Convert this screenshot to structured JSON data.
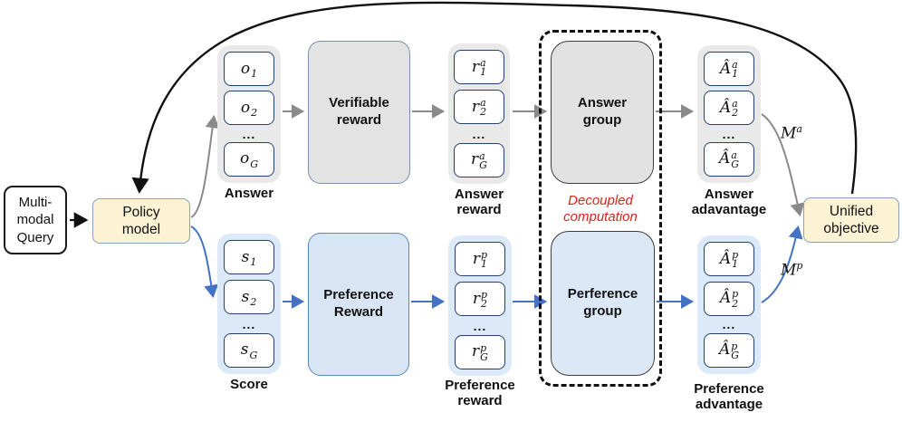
{
  "colors": {
    "yellow_fill": "#fcf3d4",
    "yellow_border": "#8aa0bc",
    "gray_fill": "#e3e3e4",
    "gray_stack_fill": "#e9e9e9",
    "blue_fill": "#d7e5f5",
    "blue_stack_fill": "#dce9f8",
    "item_border": "#24406e",
    "gray_arrow": "#8a8a8a",
    "blue_arrow": "#4472c4",
    "black_arrow": "#111111",
    "note_red": "#e0201d"
  },
  "ellipsis": "...",
  "query": {
    "l1": "Multi-",
    "l2": "modal",
    "l3": "Query"
  },
  "policy": {
    "l1": "Policy",
    "l2": "model"
  },
  "unified": {
    "l1": "Unified",
    "l2": "objective"
  },
  "note": {
    "l1": "Decoupled",
    "l2": "computation"
  },
  "top": {
    "stack_label": "Answer",
    "items": [
      {
        "base": "o",
        "sub": "1"
      },
      {
        "base": "o",
        "sub": "2"
      },
      {
        "base": "o",
        "sub": "G"
      }
    ],
    "reward_box": {
      "l1": "Verifiable",
      "l2": "reward"
    },
    "rewards": [
      {
        "base": "r",
        "sub": "1",
        "sup": "a"
      },
      {
        "base": "r",
        "sub": "2",
        "sup": "a"
      },
      {
        "base": "r",
        "sub": "G",
        "sup": "a"
      }
    ],
    "reward_label": {
      "l1": "Answer",
      "l2": "reward"
    },
    "group_box": {
      "l1": "Answer",
      "l2": "group"
    },
    "advantages": [
      {
        "base": "Â",
        "sub": "1",
        "sup": "a"
      },
      {
        "base": "Â",
        "sub": "2",
        "sup": "a"
      },
      {
        "base": "Â",
        "sub": "G",
        "sup": "a"
      }
    ],
    "adv_label": {
      "l1": "Answer",
      "l2": "adavantage"
    },
    "m": {
      "base": "M",
      "sup": "a"
    }
  },
  "bottom": {
    "stack_label": "Score",
    "items": [
      {
        "base": "s",
        "sub": "1"
      },
      {
        "base": "s",
        "sub": "2"
      },
      {
        "base": "s",
        "sub": "G"
      }
    ],
    "reward_box": {
      "l1": "Preference",
      "l2": "Reward"
    },
    "rewards": [
      {
        "base": "r",
        "sub": "1",
        "sup": "p"
      },
      {
        "base": "r",
        "sub": "2",
        "sup": "p"
      },
      {
        "base": "r",
        "sub": "G",
        "sup": "p"
      }
    ],
    "reward_label": {
      "l1": "Preference",
      "l2": "reward"
    },
    "group_box": {
      "l1": "Perference",
      "l2": "group"
    },
    "advantages": [
      {
        "base": "Â",
        "sub": "1",
        "sup": "p"
      },
      {
        "base": "Â",
        "sub": "2",
        "sup": "p"
      },
      {
        "base": "Â",
        "sub": "G",
        "sup": "p"
      }
    ],
    "adv_label": {
      "l1": "Preference",
      "l2": "advantage"
    },
    "m": {
      "base": "M",
      "sup": "p"
    }
  }
}
